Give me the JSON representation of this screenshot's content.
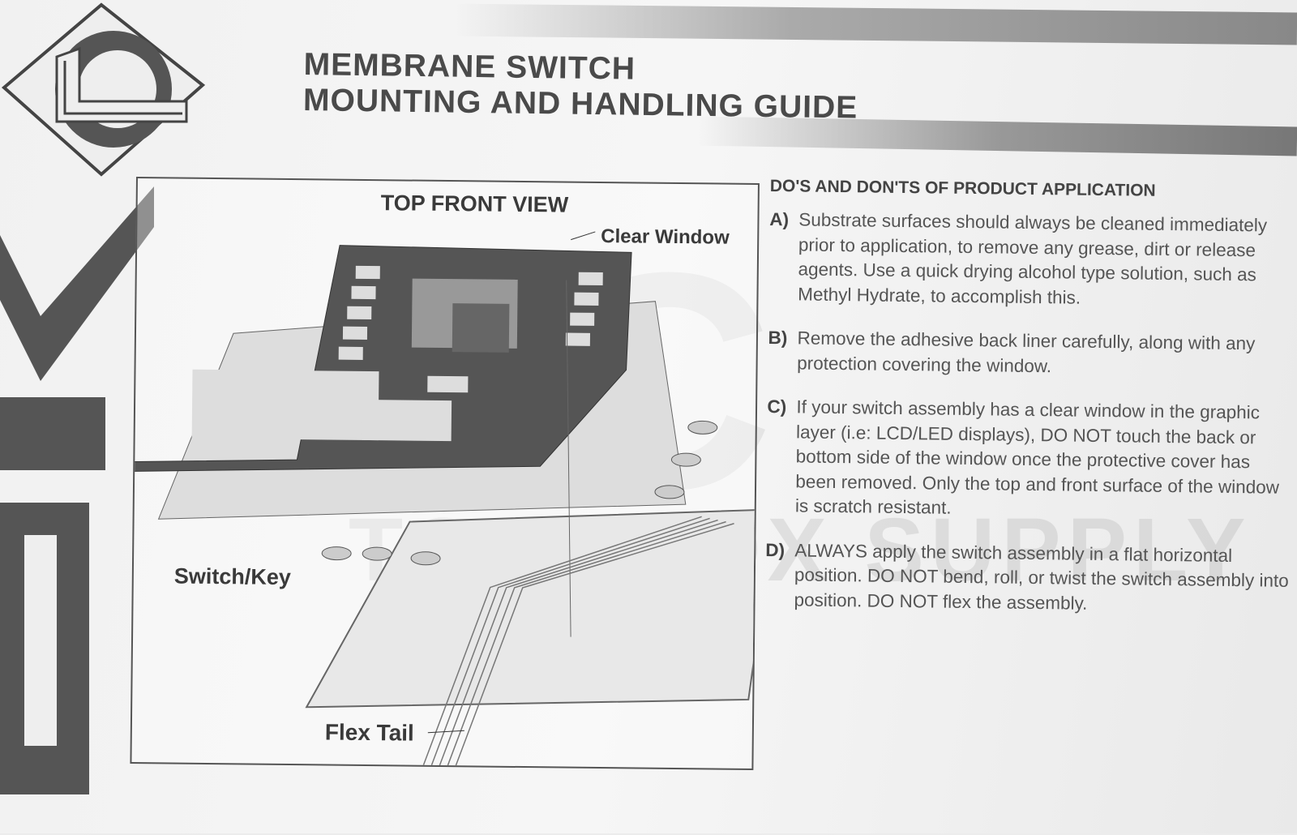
{
  "title": {
    "line1": "MEMBRANE SWITCH",
    "line2": "MOUNTING AND HANDLING GUIDE"
  },
  "diagram": {
    "heading": "TOP FRONT VIEW",
    "labels": {
      "clear_window": "Clear Window",
      "switch_key": "Switch/Key",
      "flex_tail": "Flex Tail"
    }
  },
  "section": {
    "heading": "DO'S AND DON'TS OF PRODUCT APPLICATION",
    "items": [
      {
        "key": "A)",
        "text": "Substrate surfaces should always be cleaned immediately prior to application, to remove any grease, dirt or release agents. Use a quick drying alcohol type solution, such as Methyl Hydrate, to accomplish this."
      },
      {
        "key": "B)",
        "text": "Remove the adhesive back liner carefully, along with any protection covering the window."
      },
      {
        "key": "C)",
        "text": "If your switch assembly has a clear window in the graphic layer (i.e: LCD/LED displays), DO NOT touch the back or bottom side of the window once the protective cover has been removed. Only the top and front surface of the window is scratch resistant."
      },
      {
        "key": "D)",
        "text": "ALWAYS apply the switch assembly in a flat horizontal position. DO NOT bend, roll, or twist the switch assembly into position. DO NOT flex the assembly."
      }
    ]
  },
  "watermark": {
    "text": "TOOLBOX SUPPLY",
    "letters": "PLC"
  }
}
